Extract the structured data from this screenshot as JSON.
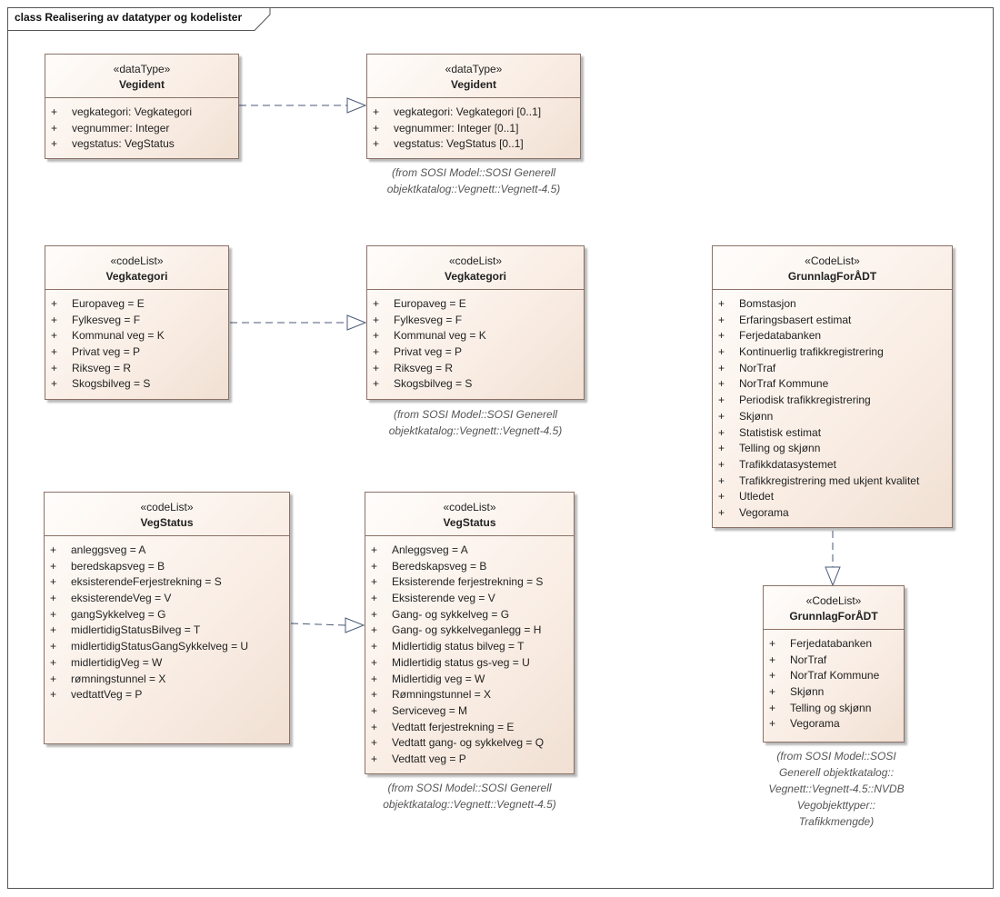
{
  "frame": {
    "title": "class Realisering av datatyper og kodelister"
  },
  "classes": {
    "vegident_local": {
      "stereotype": "«dataType»",
      "name": "Vegident",
      "attributes": [
        "vegkategori: Vegkategori",
        "vegnummer: Integer",
        "vegstatus: VegStatus"
      ]
    },
    "vegident_sosi": {
      "stereotype": "«dataType»",
      "name": "Vegident",
      "attributes": [
        "vegkategori: Vegkategori [0..1]",
        "vegnummer: Integer [0..1]",
        "vegstatus: VegStatus [0..1]"
      ]
    },
    "vegkategori_local": {
      "stereotype": "«codeList»",
      "name": "Vegkategori",
      "attributes": [
        "Europaveg = E",
        "Fylkesveg = F",
        "Kommunal veg = K",
        "Privat veg = P",
        "Riksveg = R",
        "Skogsbilveg = S"
      ]
    },
    "vegkategori_sosi": {
      "stereotype": "«codeList»",
      "name": "Vegkategori",
      "attributes": [
        "Europaveg = E",
        "Fylkesveg = F",
        "Kommunal veg = K",
        "Privat veg = P",
        "Riksveg = R",
        "Skogsbilveg = S"
      ]
    },
    "grunnlag_full": {
      "stereotype": "«CodeList»",
      "name": "GrunnlagForÅDT",
      "attributes": [
        "Bomstasjon",
        "Erfaringsbasert estimat",
        "Ferjedatabanken",
        "Kontinuerlig trafikkregistrering",
        "NorTraf",
        "NorTraf Kommune",
        "Periodisk trafikkregistrering",
        "Skjønn",
        "Statistisk estimat",
        "Telling og skjønn",
        "Trafikkdatasystemet",
        "Trafikkregistrering med ukjent kvalitet",
        "Utledet",
        "Vegorama"
      ]
    },
    "vegstatus_local": {
      "stereotype": "«codeList»",
      "name": "VegStatus",
      "attributes": [
        "anleggsveg = A",
        "beredskapsveg = B",
        "eksisterendeFerjestrekning = S",
        "eksisterendeVeg = V",
        "gangSykkelveg = G",
        "midlertidigStatusBilveg = T",
        "midlertidigStatusGangSykkelveg = U",
        "midlertidigVeg = W",
        "rømningstunnel = X",
        "vedtattVeg = P"
      ]
    },
    "vegstatus_sosi": {
      "stereotype": "«codeList»",
      "name": "VegStatus",
      "attributes": [
        "Anleggsveg = A",
        "Beredskapsveg = B",
        "Eksisterende ferjestrekning = S",
        "Eksisterende veg = V",
        "Gang- og sykkelveg = G",
        "Gang- og sykkelveganlegg = H",
        "Midlertidig status bilveg = T",
        "Midlertidig status gs-veg = U",
        "Midlertidig veg = W",
        "Rømningstunnel = X",
        "Serviceveg = M",
        "Vedtatt ferjestrekning = E",
        "Vedtatt gang- og sykkelveg = Q",
        "Vedtatt veg  = P"
      ]
    },
    "grunnlag_nvdb": {
      "stereotype": "«CodeList»",
      "name": "GrunnlagForÅDT",
      "attributes": [
        "Ferjedatabanken",
        "NorTraf",
        "NorTraf Kommune",
        "Skjønn",
        "Telling og skjønn",
        "Vegorama"
      ]
    }
  },
  "visibility_symbol": "+",
  "notes": {
    "vegident_sosi": [
      "(from SOSI Model::SOSI Generell",
      "objektkatalog::Vegnett::Vegnett-4.5)"
    ],
    "vegkategori_sosi": [
      "(from SOSI Model::SOSI Generell",
      "objektkatalog::Vegnett::Vegnett-4.5)"
    ],
    "vegstatus_sosi": [
      "(from SOSI Model::SOSI Generell",
      "objektkatalog::Vegnett::Vegnett-4.5)"
    ],
    "grunnlag_nvdb": [
      "(from SOSI Model::SOSI",
      "Generell objektkatalog::",
      "Vegnett::Vegnett-4.5::NVDB",
      "Vegobjekttyper::",
      "Trafikkmengde)"
    ]
  },
  "relationships": [
    {
      "type": "realization",
      "from": "Vegident",
      "to": "Vegident"
    },
    {
      "type": "realization",
      "from": "Vegkategori",
      "to": "Vegkategori"
    },
    {
      "type": "realization",
      "from": "VegStatus",
      "to": "VegStatus"
    },
    {
      "type": "realization",
      "from": "GrunnlagForÅDT",
      "to": "GrunnlagForÅDT"
    }
  ]
}
